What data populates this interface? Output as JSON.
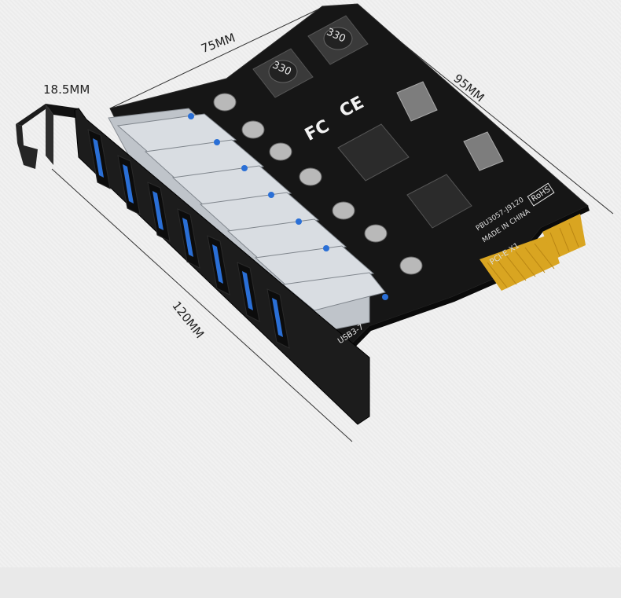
{
  "dimensions": {
    "length_top": "75MM",
    "length_right": "95MM",
    "bracket_depth": "18.5MM",
    "length_side": "120MM"
  },
  "pcb_markings": {
    "model": "PBU3057-J9120",
    "origin": "MADE IN CHINA",
    "interface": "PCI-E X1",
    "port_label": "USB3-7",
    "rohs": "RoHS",
    "fc_mark": "FC",
    "ce_mark": "CE",
    "inductor_value": "330"
  },
  "port_count": 7,
  "colors": {
    "pcb": "#161616",
    "bracket": "#1c1c1c",
    "port_tongue": "#2a6fd6",
    "port_shell": "#cfd3d8",
    "gold_finger": "#d9a521"
  }
}
